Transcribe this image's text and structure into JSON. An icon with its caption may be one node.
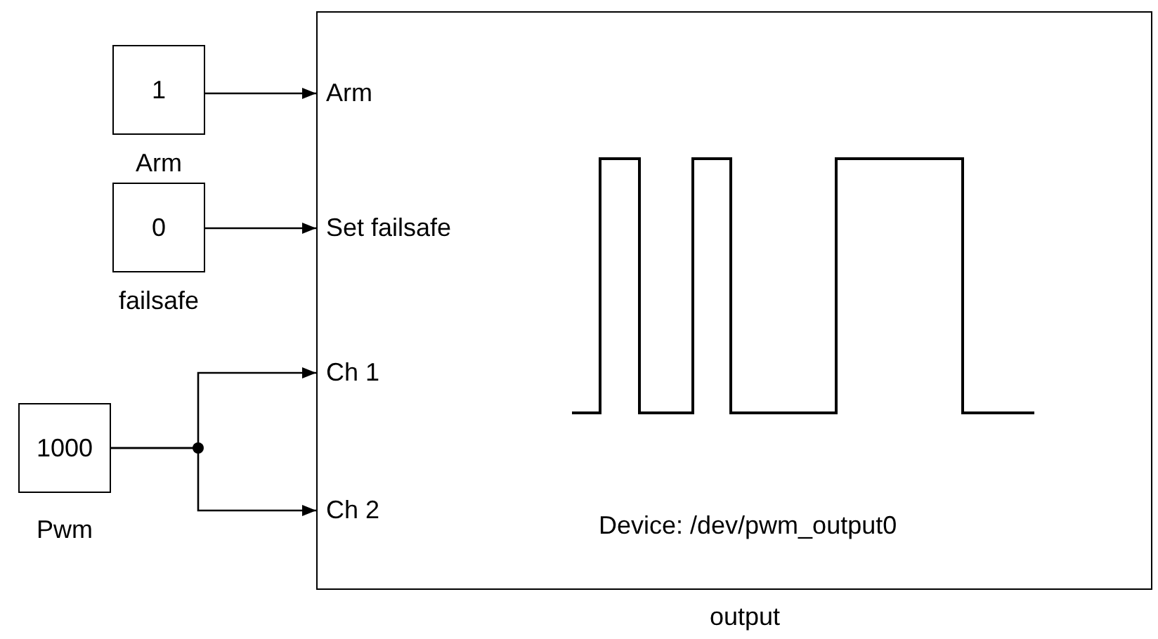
{
  "diagram": {
    "nodes": [
      {
        "text": [
          "1"
        ],
        "beside": [
          "Arm"
        ]
      },
      {
        "text": [
          "0"
        ],
        "beside": [
          "failsafe"
        ]
      },
      {
        "text": [
          "1000"
        ],
        "beside": [
          "Pwm"
        ]
      },
      {
        "text": [
          "Device: /dev/pwm_output0"
        ],
        "beside": [
          "output"
        ]
      },
      {
        "text": [
          "Arm"
        ],
        "in": 3
      },
      {
        "text": [
          "Set failsafe"
        ],
        "in": 3
      },
      {
        "text": [
          "Ch 1"
        ],
        "in": 3
      },
      {
        "text": [
          "Ch 2"
        ],
        "in": 3
      }
    ],
    "edges": [
      {
        "from": 0,
        "to": 4,
        "arrow": "to"
      },
      {
        "from": 1,
        "to": 5,
        "arrow": "to"
      },
      {
        "from": 2,
        "to": 6,
        "arrow": "to"
      },
      {
        "from": 2,
        "to": 7,
        "arrow": "to"
      }
    ]
  }
}
